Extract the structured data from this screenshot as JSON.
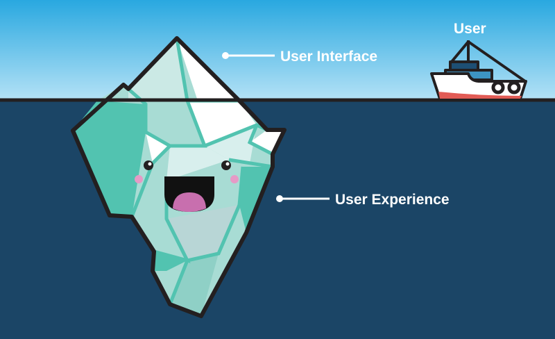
{
  "labels": {
    "user": "User",
    "user_interface": "User Interface",
    "user_experience": "User Experience"
  },
  "colors": {
    "sky_top": "#29a8e0",
    "sky_bottom": "#b5e2f6",
    "water": "#1b4566",
    "ice_dark": "#52c3b0",
    "ice_light": "#cbe9e5",
    "outline": "#231f20",
    "boat_hull_stripe": "#e15b55",
    "mouth_tongue": "#c86fae"
  }
}
